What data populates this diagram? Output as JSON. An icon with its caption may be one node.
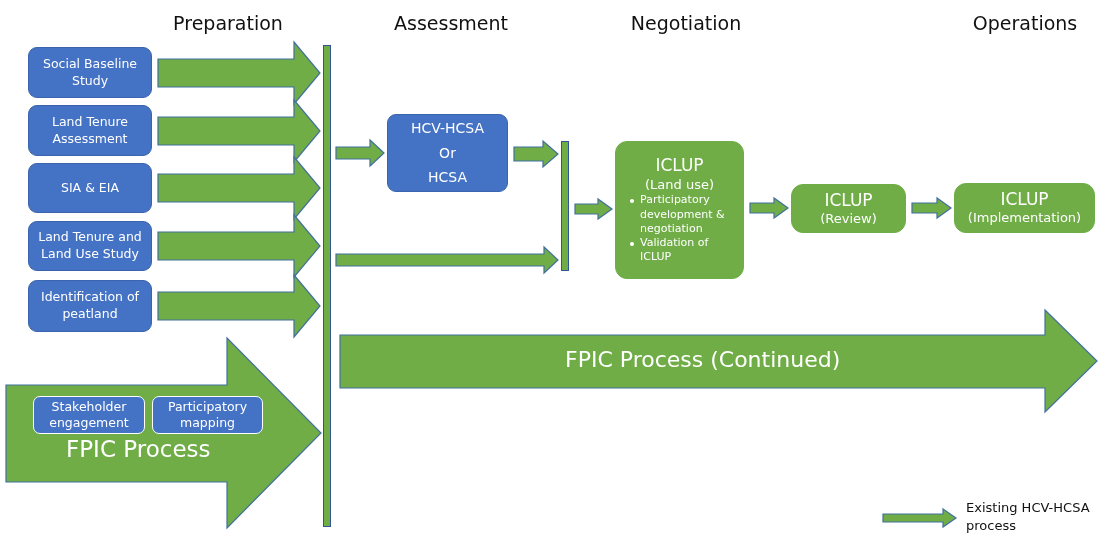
{
  "diagram": {
    "nodes": [
      {
        "text": [
          "Social Baseline Study"
        ]
      },
      {
        "text": [
          "Land Tenure Assessment"
        ]
      },
      {
        "text": [
          "SIA & EIA"
        ]
      },
      {
        "text": [
          "Land Tenure and Land Use  Study"
        ]
      },
      {
        "text": [
          "Identification of peatland"
        ]
      },
      {
        "text": [],
        "shape": "bar"
      },
      {
        "text": [
          "HCV-HCSA Or HCSA"
        ]
      },
      {
        "text": [],
        "shape": "bar"
      },
      {
        "text": [
          "ICLUP",
          "(Land use)",
          "Participatory development & negotiation",
          "Validation of ICLUP"
        ]
      },
      {
        "text": [
          "ICLUP",
          "(Review)"
        ]
      },
      {
        "text": [
          "ICLUP",
          "(Implementation)"
        ]
      },
      {
        "text": [
          "FPIC Process"
        ]
      },
      {
        "text": [
          "Stakeholder engagement"
        ],
        "in": 11
      },
      {
        "text": [
          "Participatory mapping"
        ],
        "in": 11
      },
      {
        "text": [
          "FPIC Process (Continued)"
        ]
      }
    ],
    "edges": [
      {
        "from": 0,
        "to": 5,
        "arrow": "to"
      },
      {
        "from": 1,
        "to": 5,
        "arrow": "to"
      },
      {
        "from": 2,
        "to": 5,
        "arrow": "to"
      },
      {
        "from": 3,
        "to": 5,
        "arrow": "to"
      },
      {
        "from": 4,
        "to": 5,
        "arrow": "to"
      },
      {
        "from": 5,
        "to": 6,
        "arrow": "to"
      },
      {
        "from": 6,
        "to": 7,
        "arrow": "to"
      },
      {
        "from": 5,
        "to": 7,
        "arrow": "to"
      },
      {
        "from": 7,
        "to": 8,
        "arrow": "to"
      },
      {
        "from": 8,
        "to": 9,
        "arrow": "to"
      },
      {
        "from": 9,
        "to": 10,
        "arrow": "to"
      }
    ],
    "labels": [
      "Preparation",
      "Assessment",
      "Negotiation",
      "Operations"
    ],
    "legend": [
      {
        "text": "Existing HCV-HCSA process"
      }
    ]
  }
}
